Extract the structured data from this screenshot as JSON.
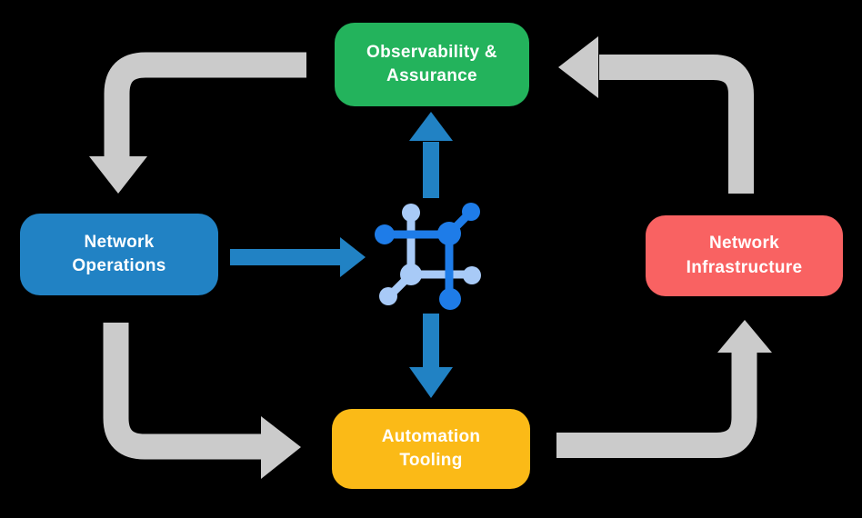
{
  "diagram": {
    "type": "cycle-diagram",
    "nodes": {
      "observability": {
        "label": "Observability &\nAssurance",
        "color": "#23B35C"
      },
      "operations": {
        "label": "Network\nOperations",
        "color": "#2182C4"
      },
      "infrastructure": {
        "label": "Network\nInfrastructure",
        "color": "#F96262"
      },
      "automation": {
        "label": "Automation\nTooling",
        "color": "#FBBA17"
      }
    },
    "center_icon": {
      "name": "network-mesh-icon",
      "dark_color": "#1E7CE8",
      "light_color": "#A8CAF7"
    },
    "gray_arrows": [
      {
        "from": "observability",
        "to": "operations",
        "direction": "down"
      },
      {
        "from": "operations",
        "to": "automation",
        "direction": "right"
      },
      {
        "from": "automation",
        "to": "infrastructure",
        "direction": "up"
      },
      {
        "from": "infrastructure",
        "to": "observability",
        "direction": "left"
      }
    ],
    "blue_arrows": [
      {
        "from": "operations",
        "to": "center-icon",
        "direction": "right"
      },
      {
        "from": "center-icon",
        "to": "observability",
        "direction": "up"
      },
      {
        "from": "center-icon",
        "to": "automation",
        "direction": "down"
      }
    ]
  },
  "colors": {
    "background": "#000000",
    "green": "#23B35C",
    "blue": "#2182C4",
    "red": "#F96262",
    "yellow": "#FBBA17",
    "gray_arrow": "#CBCBCB",
    "blue_arrow": "#2182C4",
    "icon_dark_blue": "#1E7CE8",
    "icon_light_blue": "#A8CAF7",
    "label_text": "#FFFFFF"
  }
}
